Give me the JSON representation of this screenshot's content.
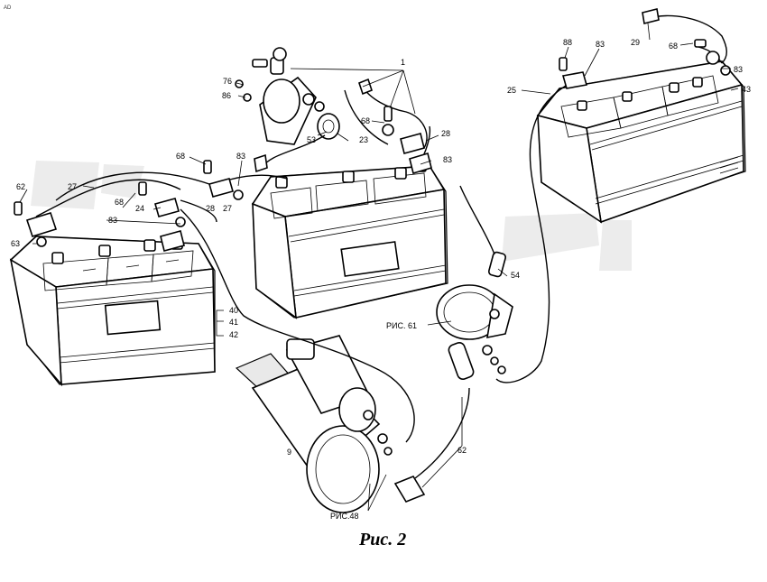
{
  "corner_mark": "AD",
  "caption": "Рис. 2",
  "callouts": {
    "c1": "1",
    "c76": "76",
    "c86": "86",
    "c53": "53",
    "c23": "23",
    "c68_center": "68",
    "c28": "28",
    "c83_center": "83",
    "c68_left_top": "68",
    "c83_left_top": "83",
    "c62_left": "62",
    "c27_left": "27",
    "c68_left_mid": "68",
    "c24": "24",
    "c83_left_mid": "83",
    "c28_mid": "28",
    "c27_mid": "27",
    "c63": "63",
    "c40": "40",
    "c41": "41",
    "c42": "42",
    "c88": "88",
    "c83_right_top": "83",
    "c29": "29",
    "c68_right": "68",
    "c83_right": "83",
    "c43": "43",
    "c25": "25",
    "c54": "54",
    "ris61": "РИС. 61",
    "c62_bottom": "62",
    "ris48": "РИС.48",
    "c9": "9"
  }
}
